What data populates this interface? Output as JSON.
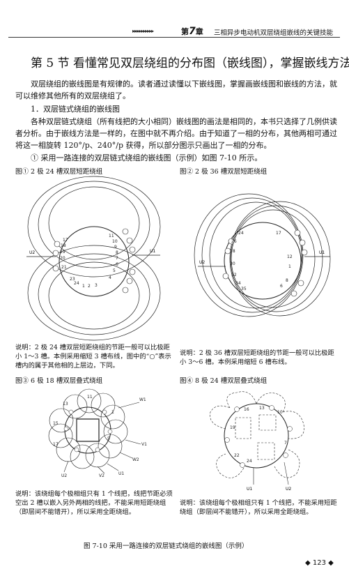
{
  "header": {
    "arrows": "▸▸▸▸▸▸▸▸▸▸",
    "chapter_prefix": "第",
    "chapter_num": "7",
    "chapter_suffix": "章",
    "title": "三相异步电动机双层绕组嵌线的关键技能"
  },
  "section": {
    "title": "第 5 节    看懂常见双层绕组的分布图（嵌线图），掌握嵌线方法"
  },
  "paragraphs": [
    "双层绕组的嵌线图是有规律的。读者通过读懂以下嵌线图，掌握画嵌线图和嵌线的方法，就可以维修其他所有的双层绕组了。",
    "1．双层链式绕组的嵌线图",
    "各种双层链式绕组（所有线把的大小相同）嵌线图的画法是相同的，本书只选择了几例供读者分析。由于嵌线方法是一样的，在图中就不再介绍。由于知道了一相的分布，其他两相可通过将这一相旋转 120°/p、240°/p 获得，所以部分图示只画出了一相的分布。",
    "① 采用一路连接的双层链式绕组的嵌线图（示例）如图 7-10 所示。"
  ],
  "figures": [
    {
      "label": "图① 2 极 24 槽双层短距绕组",
      "note": "说明：2 极 24 槽双层短距绕组的节距一般可以比极距小 1～3 槽。本例采用缩短 3 槽布线，图中的“○”表示槽内的属于其他相的上层边，下同。",
      "slots": [
        "17",
        "18",
        "19",
        "20",
        "21",
        "23",
        "24",
        "1",
        "2",
        "3",
        "4",
        "5",
        "6",
        "7",
        "8",
        "9",
        "10",
        "11"
      ],
      "u1": "U1",
      "u2": "U2"
    },
    {
      "label": "图② 2 极 36 槽双层短距绕组",
      "note": "说明：2 极 36 槽双层短距绕组的节距一般可以比极距小 3～6 槽。本例采用缩短 6 槽布线。",
      "slots": [
        "24",
        "26",
        "28",
        "30",
        "32",
        "34",
        "35",
        "17",
        "12",
        "1",
        "8",
        "6"
      ],
      "u1": "U1",
      "u2": "U2"
    },
    {
      "label": "图③ 6 极 18 槽双层叠式绕组",
      "note": "说明：该绕组每个极相组只有 1 个线把，线把节距必须空出 2 槽以嵌入另外两相的线把，不能采用短距绕组（即层间不能错开），所以采用全距绕组。",
      "slots": [
        "11",
        "13",
        "15",
        "17",
        "1",
        "5"
      ],
      "leads": [
        "W1",
        "V1",
        "W2",
        "U1",
        "U2",
        "V2"
      ]
    },
    {
      "label": "图④ 8 极 24 槽双层叠式绕组",
      "note": "说明：该绕组每个极相组只有 1 个线把，不能采用短距绕组（即层间不能错开），所以采用全距绕组。",
      "slots": [
        "16",
        "13",
        "10",
        "19",
        "7",
        "22",
        "24"
      ],
      "u1": "U1",
      "u2": "U2"
    }
  ],
  "caption": "图 7-10    采用一路连接的双层链式绕组的嵌线图（示例）",
  "page_number": "◆ 123 ◆"
}
